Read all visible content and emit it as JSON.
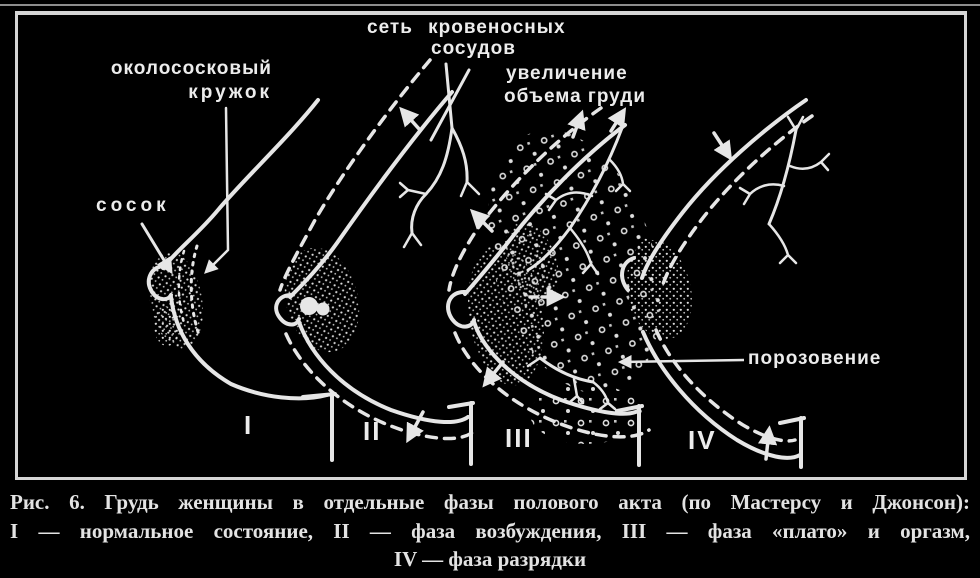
{
  "figure": {
    "number_label": "Рис. 6.",
    "colors": {
      "background": "#000000",
      "ink": "#e6e6e6"
    }
  },
  "diagram": {
    "labels": {
      "vessels_line1": "сеть кровеносных",
      "vessels_line2": "сосудов",
      "areola_line1": "околососковый",
      "areola_line2": "кружок",
      "volume_line1": "увеличение",
      "volume_line2": "объема груди",
      "nipple": "сосок",
      "flush": "порозовение"
    },
    "phase_numerals": [
      "I",
      "II",
      "III",
      "IV"
    ]
  },
  "caption": {
    "line1": "Рис. 6. Грудь женщины в отдельные фазы полового акта (по Мастерсу и Джонсон):",
    "line2": "I — нормальное состояние, II — фаза возбуждения, III — фаза «плато» и оргазм,",
    "line3": "IV — фаза разрядки"
  }
}
